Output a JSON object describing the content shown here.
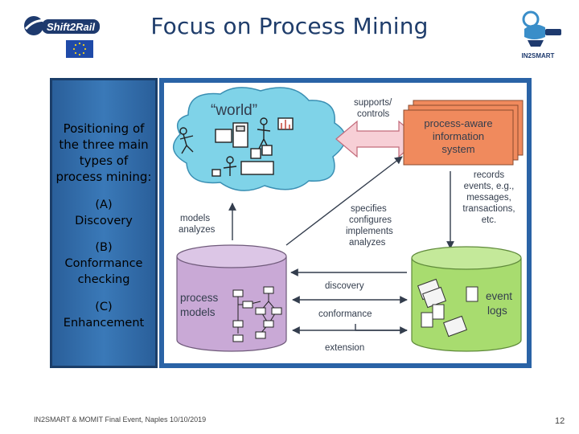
{
  "header": {
    "title": "Focus on Process Mining",
    "logo_left_text": "Shift2Rail",
    "logo_right_text": "IN2SMART"
  },
  "left_panel": {
    "intro": [
      "Positioning of",
      "the three main",
      "types of",
      "process mining:"
    ],
    "items": [
      [
        "(A)",
        "Discovery"
      ],
      [
        "(B)",
        "Conformance",
        "checking"
      ],
      [
        "(C)",
        "Enhancement"
      ]
    ]
  },
  "diagram": {
    "world": "“world”",
    "supports_controls": [
      "supports/",
      "controls"
    ],
    "pais": [
      "process-aware",
      "information",
      "system"
    ],
    "records": [
      "records",
      "events, e.g.,",
      "messages,",
      "transactions,",
      "etc."
    ],
    "models_analyzes": [
      "models",
      "analyzes"
    ],
    "specifies": [
      "specifies",
      "configures",
      "implements",
      "analyzes"
    ],
    "process_models": [
      "process",
      "models"
    ],
    "event_logs": [
      "event",
      "logs"
    ],
    "discovery": "discovery",
    "conformance": "conformance",
    "extension": "extension"
  },
  "colors": {
    "title": "#1f3d6b",
    "panel_blue": "#2a5f9a",
    "cloud": "#7fd3e8",
    "pais": "#f08a5d",
    "process_models_cylinder": "#c9a9d6",
    "event_logs_cylinder": "#a8dc6f",
    "arrow_pink": "#f7cfd6"
  },
  "footer": {
    "text": "IN2SMART & MOMIT Final Event,  Naples 10/10/2019",
    "page": "12"
  }
}
